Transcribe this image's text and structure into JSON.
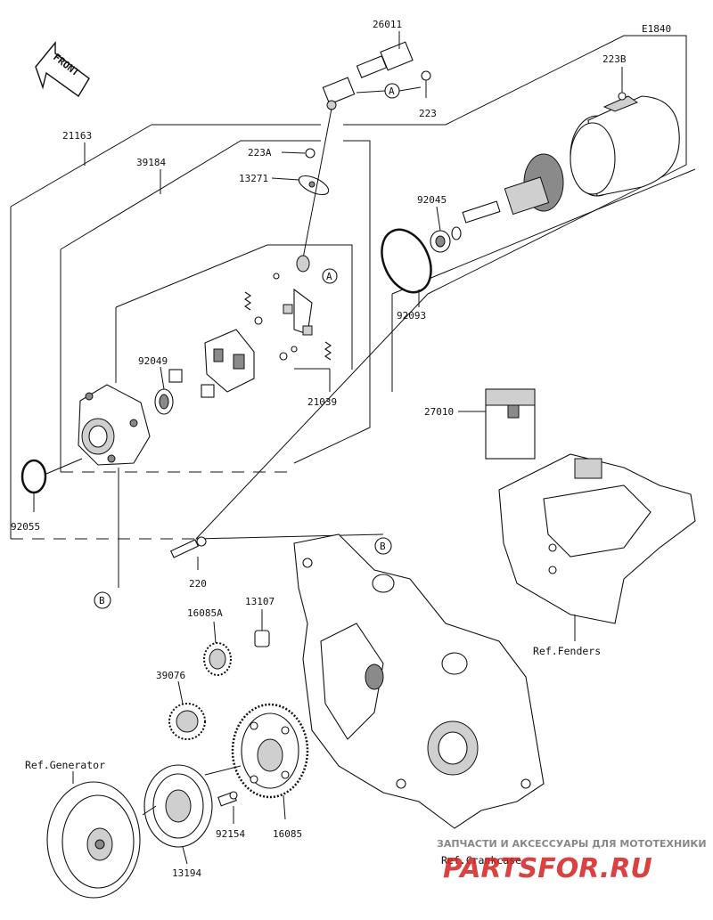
{
  "diagram": {
    "code": "E1840",
    "front": "FRONT",
    "parts": {
      "p26011": "26011",
      "p223": "223",
      "p223b": "223B",
      "p21163": "21163",
      "p39184": "39184",
      "p223a": "223A",
      "p13271": "13271",
      "p92045": "92045",
      "p92093": "92093",
      "p92049": "92049",
      "p21039": "21039",
      "p27010": "27010",
      "p92055": "92055",
      "p220": "220",
      "p13107": "13107",
      "p16085a": "16085A",
      "p39076": "39076",
      "p92154": "92154",
      "p16085": "16085",
      "p13194": "13194"
    },
    "refs": {
      "fenders": "Ref.Fenders",
      "generator": "Ref.Generator",
      "crankcase": "Ref.Crankcase"
    },
    "callouts": {
      "a": "A",
      "b": "B"
    }
  },
  "watermark": {
    "line1": "ЗАПЧАСТИ И АКСЕССУАРЫ ДЛЯ МОТОТЕХНИКИ",
    "line2": "PARTSFOR.RU",
    "color": "#d42020"
  }
}
